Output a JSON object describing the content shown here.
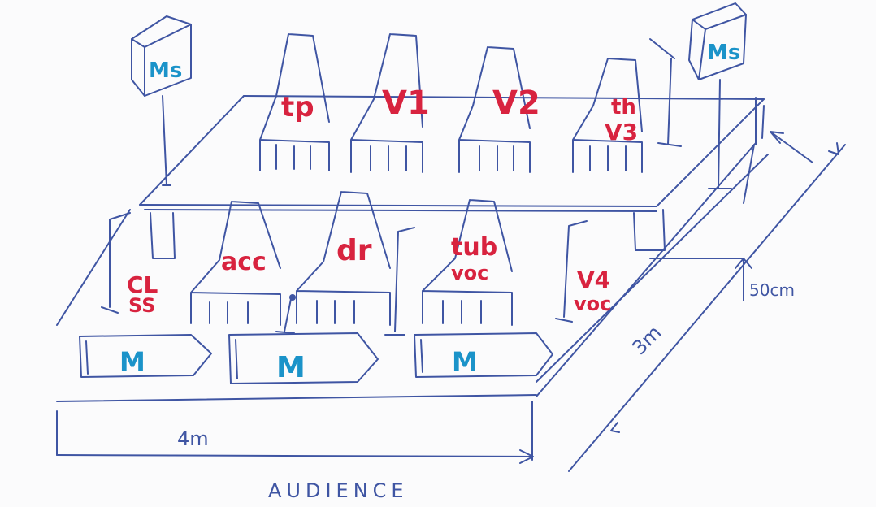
{
  "colors": {
    "ink": "#3f55a3",
    "instrument_label": "#d8233f",
    "monitor_label": "#1b93c9",
    "paper": "#fbfbfc"
  },
  "monitors_side": {
    "left": "Ms",
    "right": "Ms"
  },
  "back_row": {
    "chair_1": "tp",
    "chair_2": "V1",
    "chair_3": "V2",
    "chair_4_line1": "th",
    "chair_4_line2": "V3"
  },
  "front_row": {
    "pos_1_line1": "CL",
    "pos_1_line2": "SS",
    "chair_1": "acc",
    "chair_2": "dr",
    "chair_3_line1": "tub",
    "chair_3_line2": "voc",
    "pos_5_line1": "V4",
    "pos_5_line2": "voc"
  },
  "floor_monitors": [
    "M",
    "M",
    "M"
  ],
  "dimensions": {
    "width": "4m",
    "depth": "3m",
    "riser_height": "50cm"
  },
  "audience_label": "AUDIENCE"
}
